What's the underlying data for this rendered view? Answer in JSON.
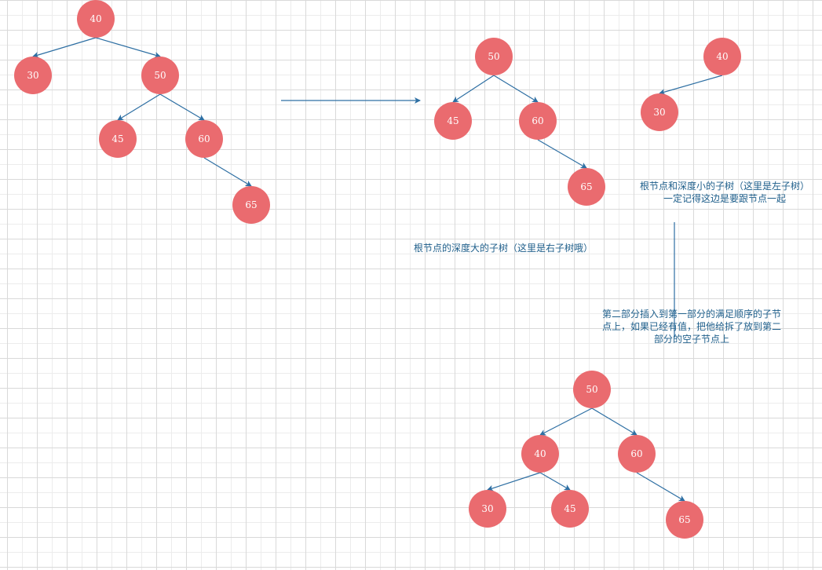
{
  "colors": {
    "node": "#EA6B6F",
    "edge": "#2E6FA3",
    "text": "#1F5F8B"
  },
  "tree_original": {
    "nodes": {
      "a": "40",
      "b": "30",
      "c": "50",
      "d": "45",
      "e": "60",
      "f": "65"
    }
  },
  "tree_right_part": {
    "nodes": {
      "a": "50",
      "b": "45",
      "c": "60",
      "d": "65"
    }
  },
  "tree_left_part": {
    "nodes": {
      "a": "40",
      "b": "30"
    }
  },
  "tree_result": {
    "nodes": {
      "a": "50",
      "b": "40",
      "c": "60",
      "d": "30",
      "e": "45",
      "f": "65"
    }
  },
  "notes": {
    "right_subtree": "根节点的深度大的子树（这里是右子树哦）",
    "left_subtree_line1": "根节点和深度小的子树（这里是左子树）",
    "left_subtree_line2": "一定记得这边是要跟节点一起",
    "merge_line1": "第二部分插入到第一部分的满足顺序的子节",
    "merge_line2": "点上，如果已经有值，把他给拆了放到第二",
    "merge_line3": "部分的空子节点上"
  }
}
